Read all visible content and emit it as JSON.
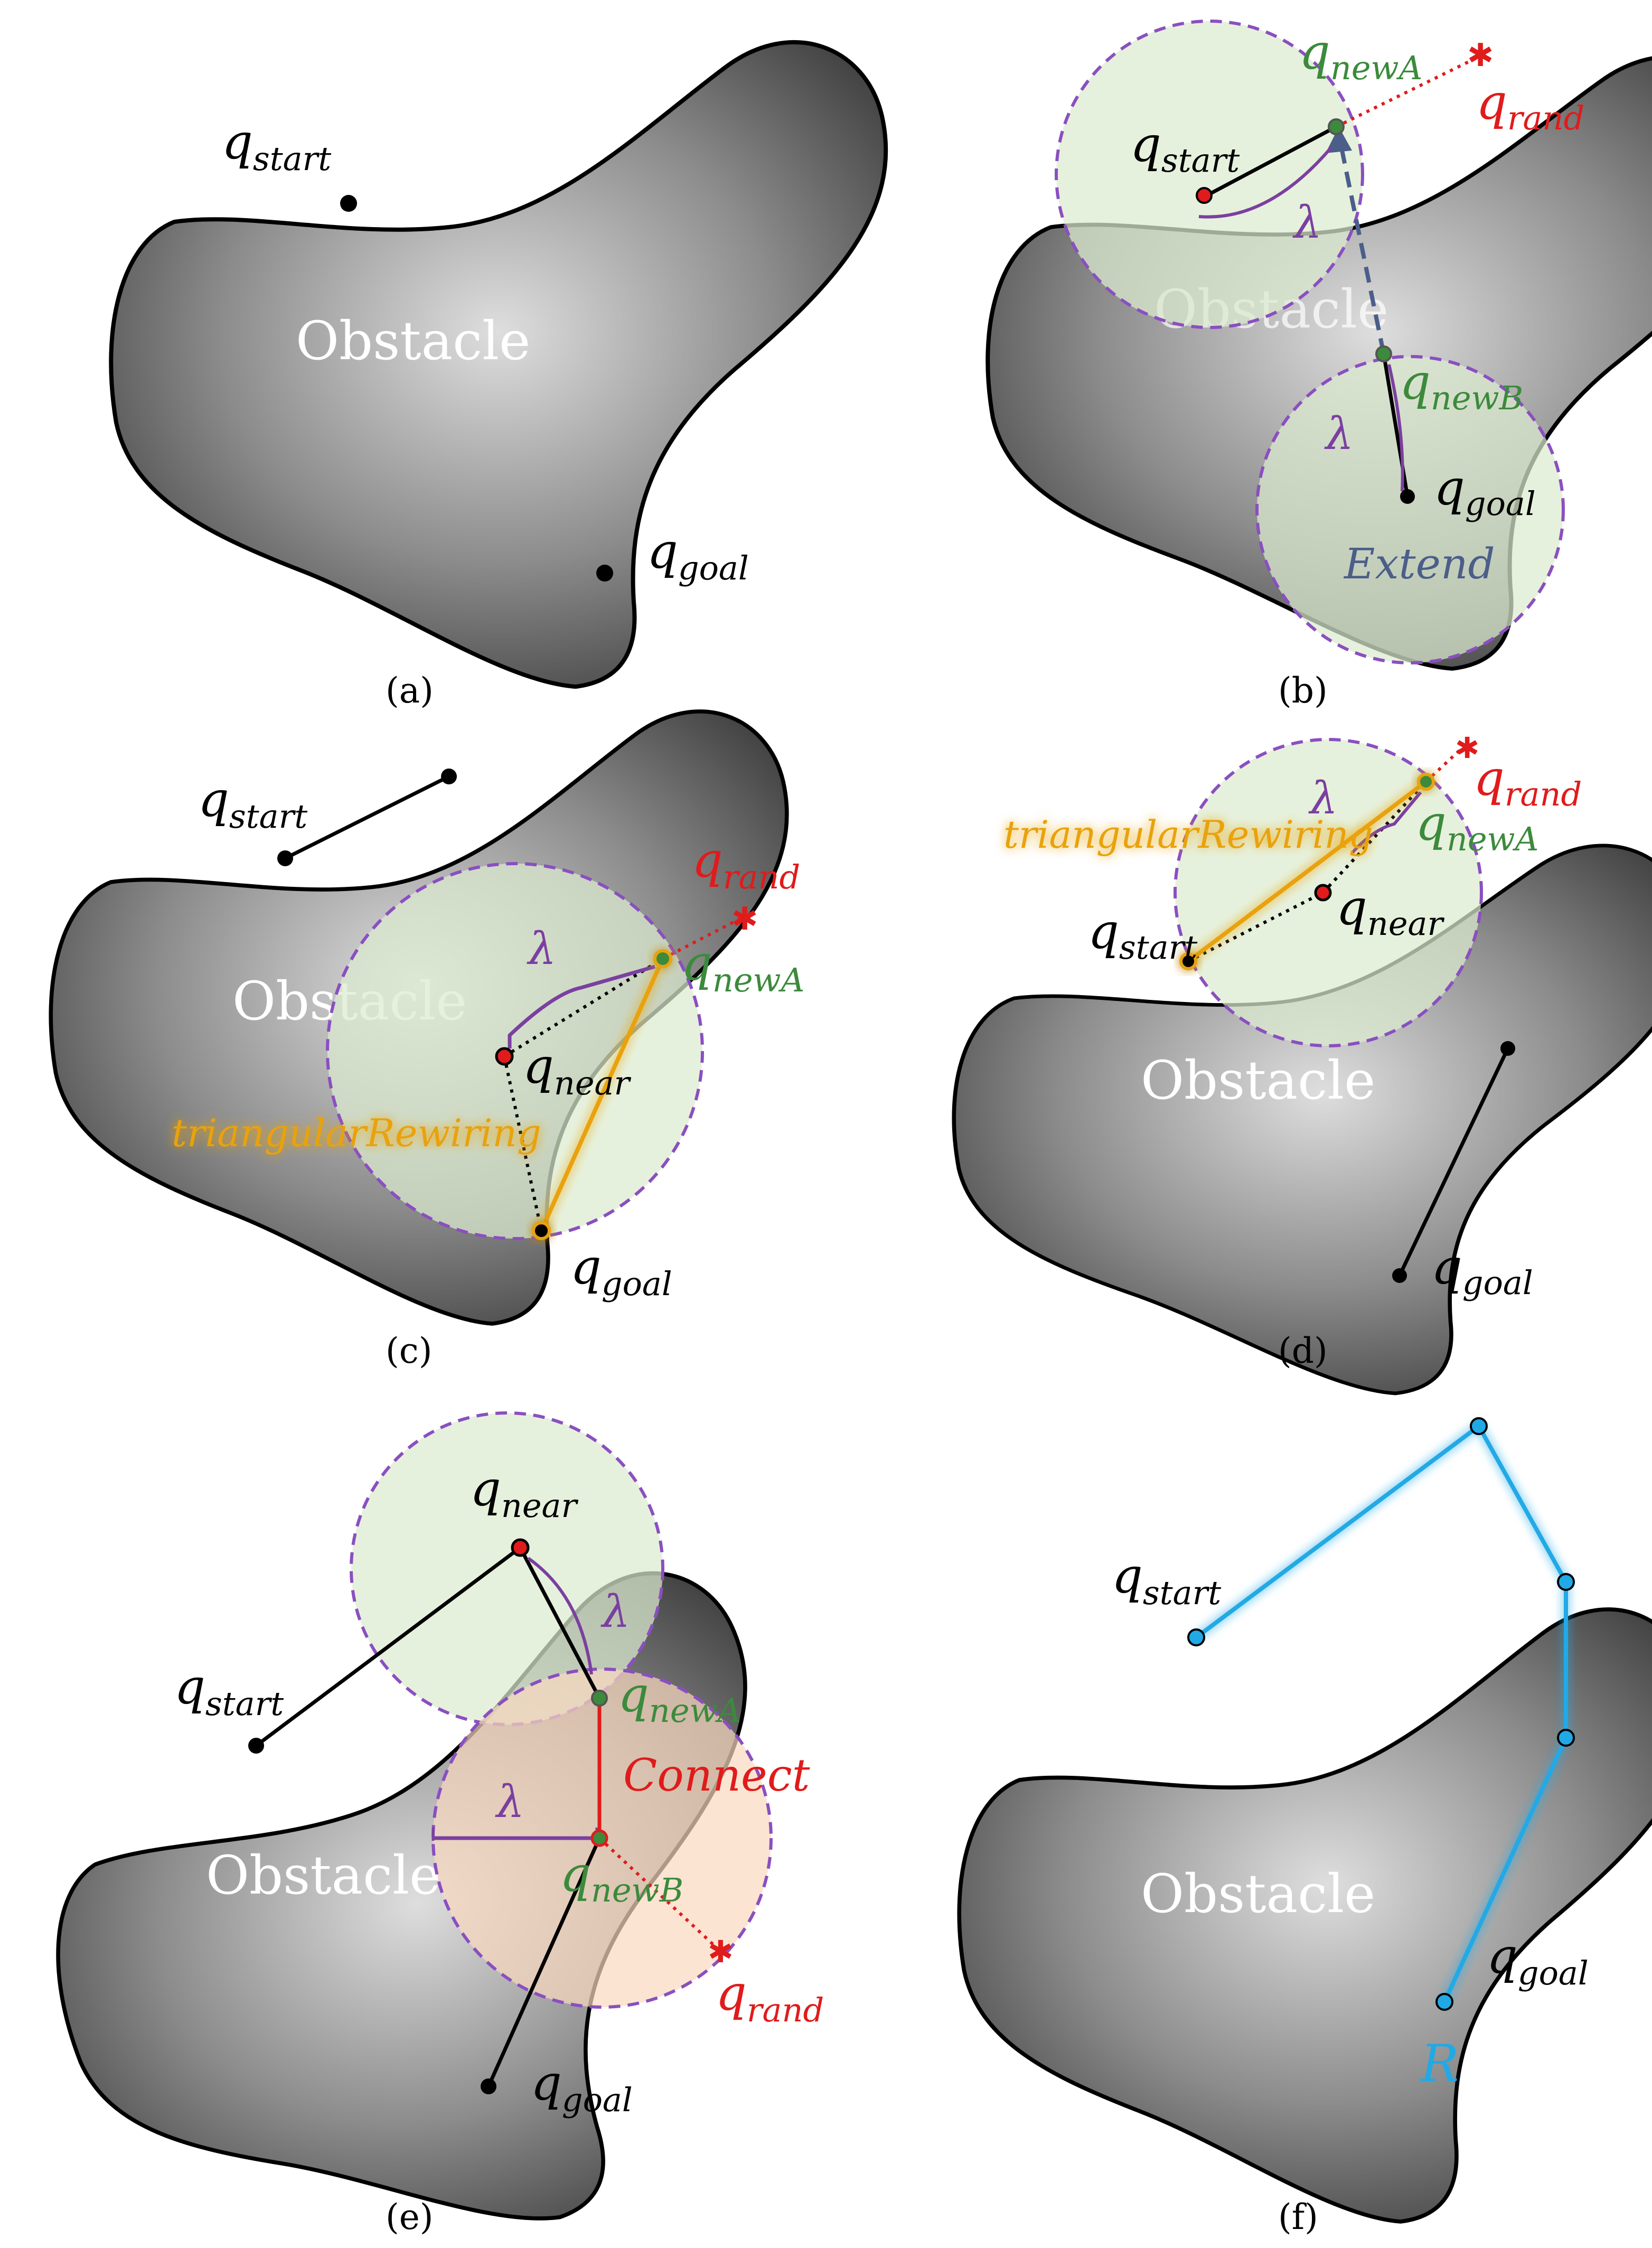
{
  "labels": {
    "obstacle": "Obstacle",
    "q": "q",
    "start": "start",
    "goal": "goal",
    "rand": "rand",
    "near": "near",
    "newA": "newA",
    "newB": "newB",
    "lambda": "λ",
    "extend": "Extend",
    "connect": "Connect",
    "triangular": "triangularRewiring",
    "path_label": "R"
  },
  "captions": {
    "a": "(a)",
    "b": "(b)",
    "c": "(c)",
    "d": "(d)",
    "e": "(e)",
    "f": "(f)"
  },
  "colors": {
    "obstacle_dark": "#2b2b2b",
    "obstacle_light": "#d9d9d9",
    "circle_fill": "#e3f0d8",
    "circle_fill_orange": "#fbe0cc",
    "circle_stroke": "#8a4fc0",
    "rand": "#e01b1b",
    "new_node": "#3c8a3c",
    "lambda": "#7b3fa0",
    "triangular": "#e9a20e",
    "extend": "#4b5e8a",
    "path": "#21a9e6"
  }
}
